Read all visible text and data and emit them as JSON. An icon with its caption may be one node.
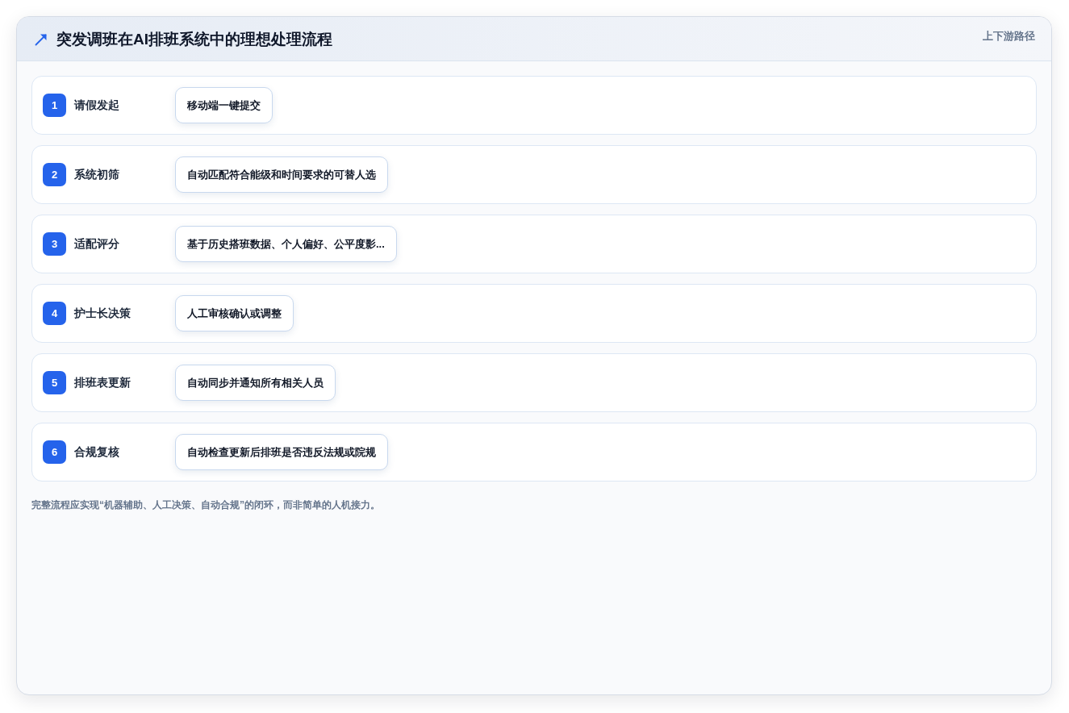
{
  "diagram": {
    "title": "突发调班在AI排班系统中的理想处理流程",
    "caption": "完整流程应实现“机器辅助、人工决策、自动合规”的闭环，而非简单的人机接力。",
    "nodes": [
      {
        "text": [
          "请假发起"
        ]
      },
      {
        "text": [
          "1"
        ],
        "in": 0
      },
      {
        "text": [
          "移动端一键提交"
        ],
        "in": 0
      },
      {
        "text": [
          "系统初筛"
        ]
      },
      {
        "text": [
          "2"
        ],
        "in": 3
      },
      {
        "text": [
          "自动匹配符合能级和时间要求的可替人选"
        ],
        "in": 3
      },
      {
        "text": [
          "适配评分"
        ]
      },
      {
        "text": [
          "3"
        ],
        "in": 6
      },
      {
        "text": [
          "基于历史搭班数据、个人偏好、公平度影..."
        ],
        "in": 6
      },
      {
        "text": [
          "护士长决策"
        ]
      },
      {
        "text": [
          "4"
        ],
        "in": 9
      },
      {
        "text": [
          "人工审核确认或调整"
        ],
        "in": 9
      },
      {
        "text": [
          "排班表更新"
        ]
      },
      {
        "text": [
          "5"
        ],
        "in": 12
      },
      {
        "text": [
          "自动同步并通知所有相关人员"
        ],
        "in": 12
      },
      {
        "text": [
          "合规复核"
        ]
      },
      {
        "text": [
          "6"
        ],
        "in": 15
      },
      {
        "text": [
          "自动检查更新后排班是否违反法规或院规"
        ],
        "in": 15
      }
    ],
    "labels": [
      "上下游路径"
    ]
  }
}
